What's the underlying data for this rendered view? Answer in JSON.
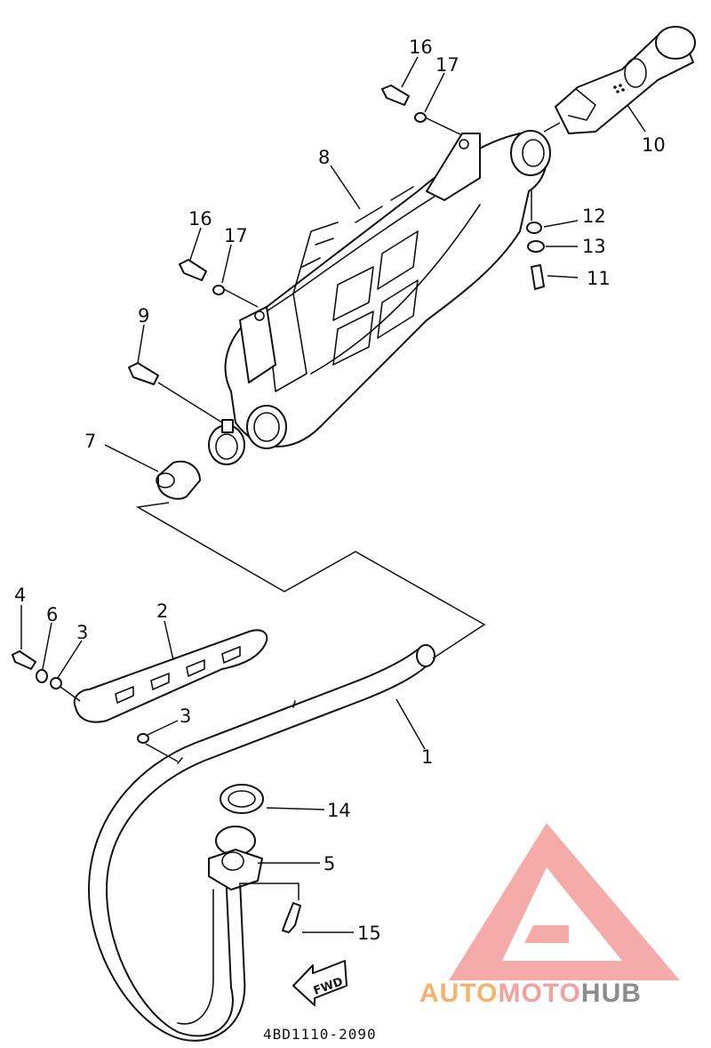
{
  "diagram": {
    "callouts": [
      "1",
      "2",
      "3",
      "3",
      "4",
      "5",
      "6",
      "7",
      "8",
      "9",
      "10",
      "11",
      "12",
      "13",
      "14",
      "15",
      "16",
      "16",
      "17",
      "17"
    ],
    "direction_label": "FWD",
    "drawing_code": "4BD1110-2090"
  },
  "watermark": {
    "logo_part1": "AUTO",
    "logo_part2": "MOTO",
    "logo_part3": "HUB",
    "colors": {
      "orange": "#f6b26b",
      "pink": "#f2a0a0",
      "gray": "#8c8c8c"
    }
  }
}
